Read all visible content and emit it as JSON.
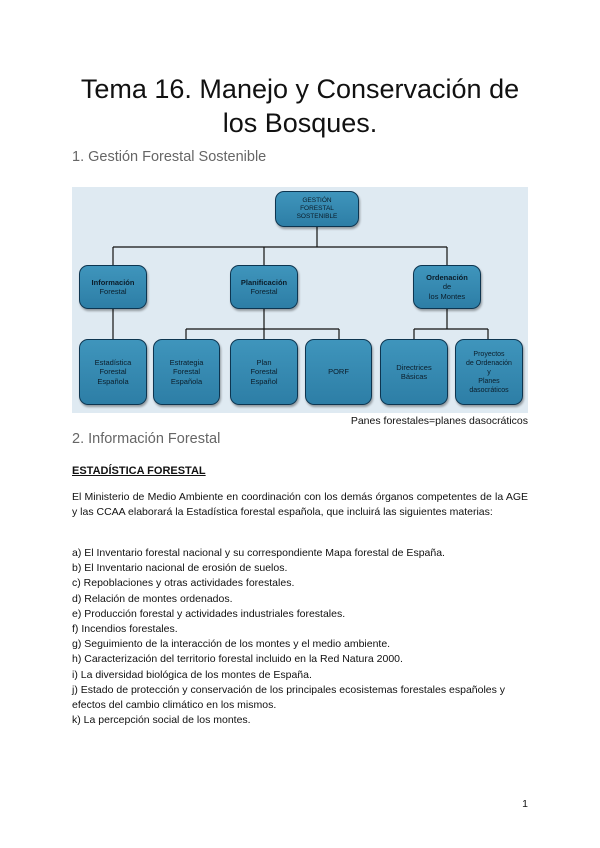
{
  "title": "Tema 16. Manejo y Conservación de los Bosques.",
  "section1": "1. Gestión Forestal Sostenible",
  "diagram": {
    "root": "GESTIÓN\nFORESTAL\nSOSTENIBLE",
    "level2": [
      {
        "bold": "Información",
        "text": "Forestal"
      },
      {
        "bold": "Planificación",
        "text": "Forestal"
      },
      {
        "bold": "Ordenación",
        "text": "de\nlos Montes"
      }
    ],
    "level3": [
      "Estadística\nForestal\nEspañola",
      "Estrategia\nForestal\nEspañola",
      "Plan\nForestal\nEspañol",
      "PORF",
      "Directrices\nBásicas",
      "Proyectos\nde Ordenación\ny\nPlanes\ndasocráticos"
    ]
  },
  "caption": "Panes forestales=planes dasocráticos",
  "section2": "2. Información Forestal",
  "subheading": "ESTADÍSTICA FORESTAL",
  "paragraph": "El Ministerio de Medio Ambiente en coordinación con los demás órganos competentes de la AGE y las CCAA elaborará la Estadística forestal española, que incluirá las siguientes materias:",
  "items": [
    "a) El Inventario forestal nacional y su correspondiente Mapa forestal de España.",
    "b) El Inventario nacional de erosión de suelos.",
    "c) Repoblaciones y otras actividades forestales.",
    "d) Relación de montes ordenados.",
    "e) Producción forestal y actividades industriales forestales.",
    "f) Incendios forestales.",
    "g) Seguimiento de la interacción de los montes y el medio ambiente.",
    "h) Caracterización del territorio forestal incluido en la Red Natura 2000.",
    "i) La diversidad biológica de los montes de España.",
    "j) Estado de protección y conservación de los principales ecosistemas forestales españoles y efectos del cambio climático en los mismos.",
    "k) La percepción social de los montes."
  ],
  "page_number": "1"
}
